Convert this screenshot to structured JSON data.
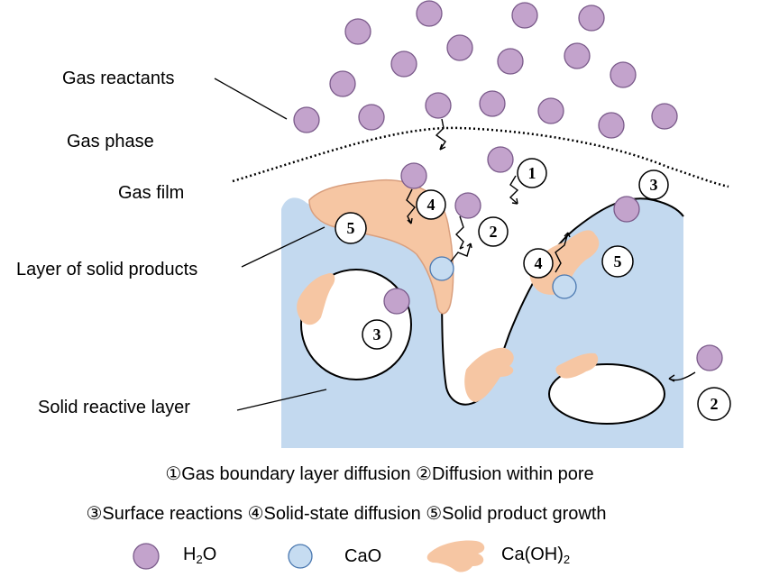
{
  "labels": {
    "gas_reactants": "Gas reactants",
    "gas_phase": "Gas phase",
    "gas_film": "Gas film",
    "solid_products": "Layer of solid products",
    "solid_reactive": "Solid reactive layer"
  },
  "steps_legend": {
    "line1": "①Gas boundary layer diffusion ②Diffusion within pore",
    "line2": "③Surface reactions ④Solid-state diffusion ⑤Solid product growth"
  },
  "key": {
    "h2o": {
      "main": "H",
      "sub": "2",
      "rest": "O"
    },
    "cao": {
      "main": "CaO"
    },
    "caoh2": {
      "main": "Ca(OH)",
      "sub": "2"
    }
  },
  "step_markers": {
    "m1": "1",
    "m2a": "2",
    "m2b": "2",
    "m3a": "3",
    "m3b": "3",
    "m4a": "4",
    "m4b": "4",
    "m5a": "5",
    "m5b": "5"
  },
  "colors": {
    "h2o_fill": "#c3a3cc",
    "h2o_stroke": "#7a5a8a",
    "cao_fill": "#c6dcf1",
    "cao_stroke": "#4a78b0",
    "product_fill": "#f6c6a3",
    "solid_fill": "#c3d9ef"
  }
}
